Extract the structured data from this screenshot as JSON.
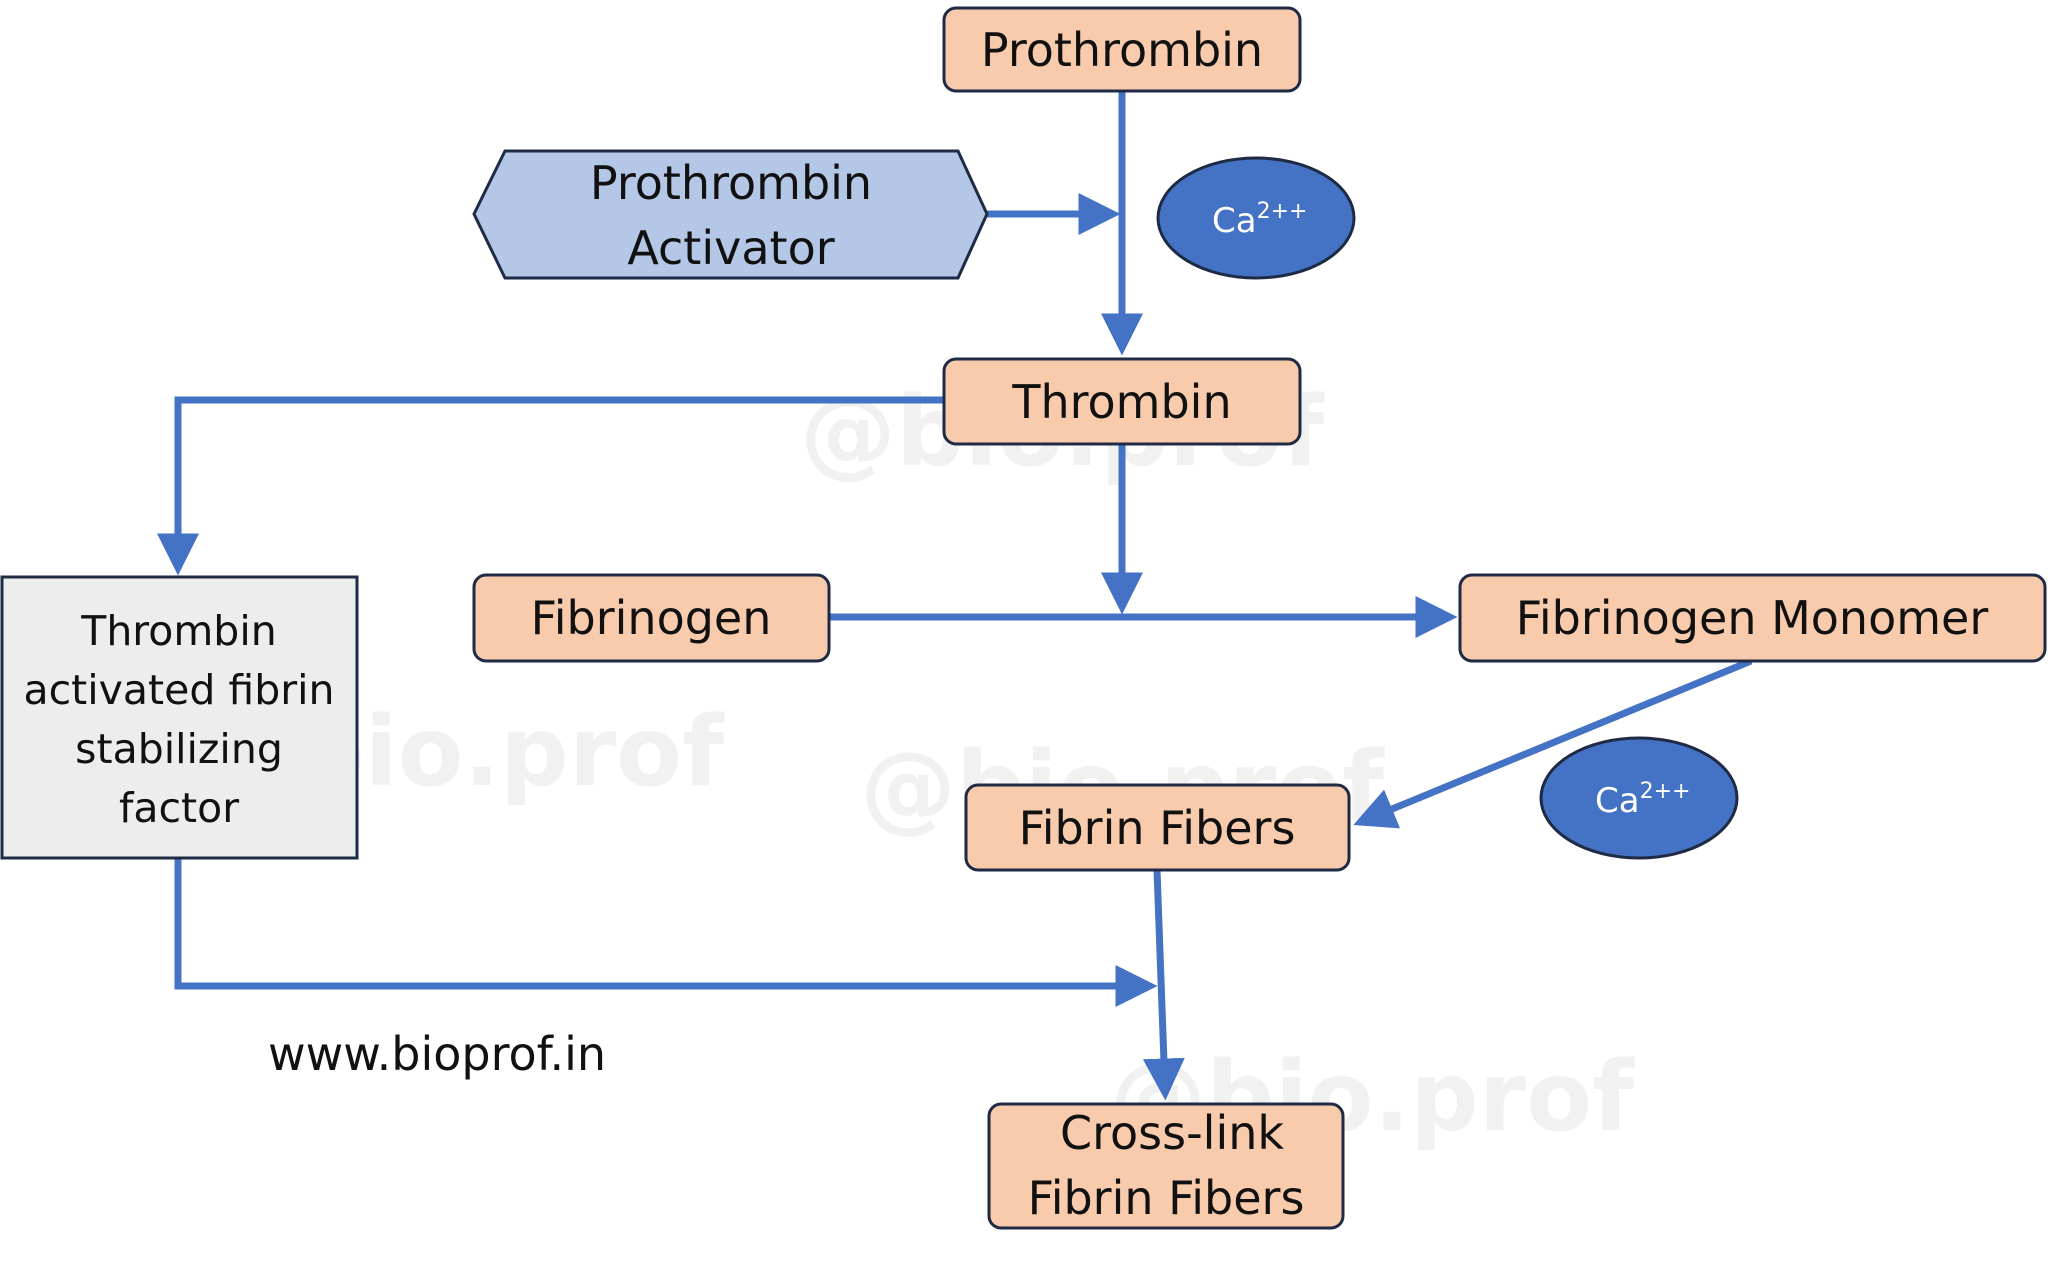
{
  "nodes": {
    "prothrombin": "Prothrombin",
    "activator_line1": "Prothrombin",
    "activator_line2": "Activator",
    "calcium_1": {
      "base": "Ca",
      "sup": "2++"
    },
    "thrombin": "Thrombin",
    "tafsf": [
      "Thrombin",
      "activated fibrin",
      "stabilizing",
      "factor"
    ],
    "fibrinogen": "Fibrinogen",
    "fibrinogen_monomer": "Fibrinogen Monomer",
    "fibrin_fibers": "Fibrin Fibers",
    "calcium_2": {
      "base": "Ca",
      "sup": "2++"
    },
    "crosslink_line1": "Cross-link",
    "crosslink_line2": "Fibrin Fibers"
  },
  "website": "www.bioprof.in",
  "watermark": "@bio.prof",
  "colors": {
    "box_fill": "#f8cbad",
    "box_stroke": "#1f2a44",
    "hex_fill": "#b4c7e7",
    "ellipse_fill": "#4472c4",
    "arrow": "#4472c4",
    "grey_box": "#ededed"
  }
}
